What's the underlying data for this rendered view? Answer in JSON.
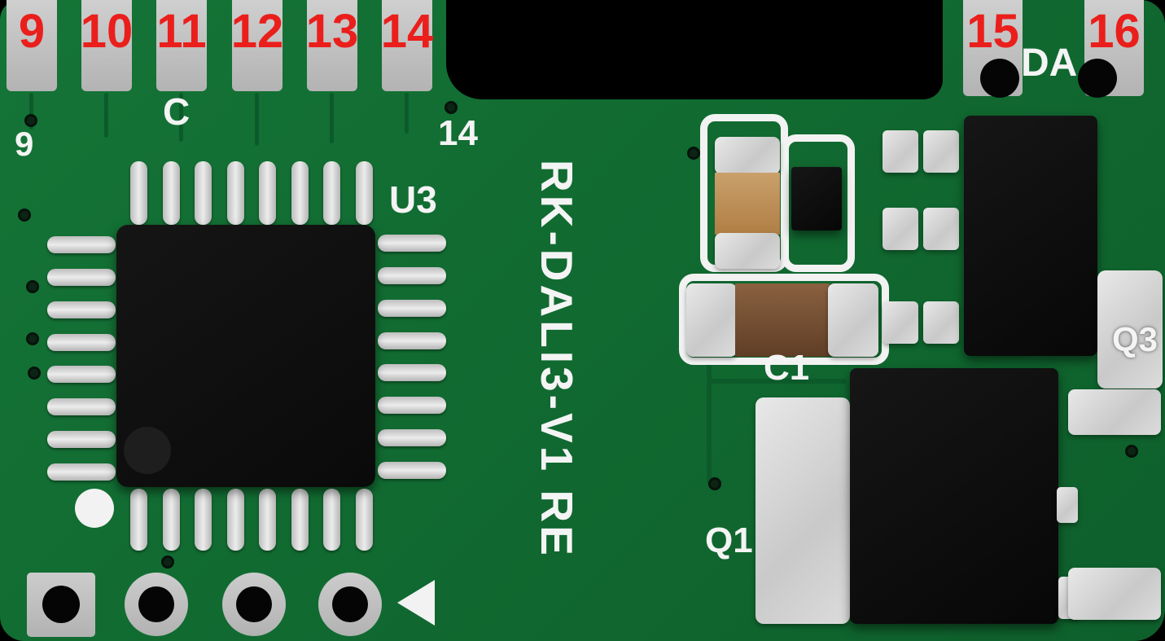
{
  "edge_pads": {
    "left": [
      {
        "label": "9"
      },
      {
        "label": "10"
      },
      {
        "label": "11"
      },
      {
        "label": "12"
      },
      {
        "label": "13"
      },
      {
        "label": "14"
      }
    ],
    "right": [
      {
        "label": "15"
      },
      {
        "label": "16"
      }
    ]
  },
  "silkscreen": {
    "board_name": "RK-DALI3-V1 RE",
    "c_label": "C",
    "pin9_label": "9",
    "pin14_label": "14",
    "u3_label": "U3",
    "da_label": "DA",
    "c1_label": "C1",
    "q1_label": "Q1",
    "q3_label": "Q3"
  },
  "colors": {
    "board_green": "#116b31",
    "pad_gray": "#c2c2c2",
    "label_red": "#ea1f1c",
    "silkscreen_white": "#f4f4f4",
    "component_black": "#0d0d0d",
    "pin_silver": "#d8d8d8",
    "capacitor_tan": "#bd8a50",
    "capacitor_brown": "#6e492e"
  }
}
